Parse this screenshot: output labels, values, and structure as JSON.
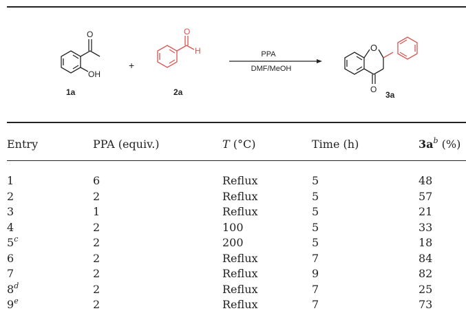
{
  "scheme": {
    "reactant1_label": "1a",
    "reactant1_oh": "OH",
    "reactant1_o": "O",
    "plus": "+",
    "reactant2_label": "2a",
    "reactant2_o": "O",
    "reactant2_h": "H",
    "reagent_above": "PPA",
    "reagent_below": "DMF/MeOH",
    "product_label": "3a",
    "product_ring_o": "O",
    "product_keto_o": "O",
    "colors": {
      "black": "#222222",
      "red": "#d9534f"
    }
  },
  "table": {
    "headers": {
      "entry": "Entry",
      "ppa": "PPA (equiv.)",
      "t_symbol": "T",
      "t_unit": " (°C)",
      "time": "Time (h)",
      "yield_bold": "3a",
      "yield_sup": "b",
      "yield_unit": " (%)"
    },
    "rows": [
      {
        "entry": "1",
        "sup": "",
        "ppa": "6",
        "t": "Reflux",
        "time": "5",
        "yield": "48"
      },
      {
        "entry": "2",
        "sup": "",
        "ppa": "2",
        "t": "Reflux",
        "time": "5",
        "yield": "57"
      },
      {
        "entry": "3",
        "sup": "",
        "ppa": "1",
        "t": "Reflux",
        "time": "5",
        "yield": "21"
      },
      {
        "entry": "4",
        "sup": "",
        "ppa": "2",
        "t": "100",
        "time": "5",
        "yield": "33"
      },
      {
        "entry": "5",
        "sup": "c",
        "ppa": "2",
        "t": "200",
        "time": "5",
        "yield": "18"
      },
      {
        "entry": "6",
        "sup": "",
        "ppa": "2",
        "t": "Reflux",
        "time": "7",
        "yield": "84"
      },
      {
        "entry": "7",
        "sup": "",
        "ppa": "2",
        "t": "Reflux",
        "time": "9",
        "yield": "82"
      },
      {
        "entry": "8",
        "sup": "d",
        "ppa": "2",
        "t": "Reflux",
        "time": "7",
        "yield": "25"
      },
      {
        "entry": "9",
        "sup": "e",
        "ppa": "2",
        "t": "Reflux",
        "time": "7",
        "yield": "73"
      }
    ]
  }
}
